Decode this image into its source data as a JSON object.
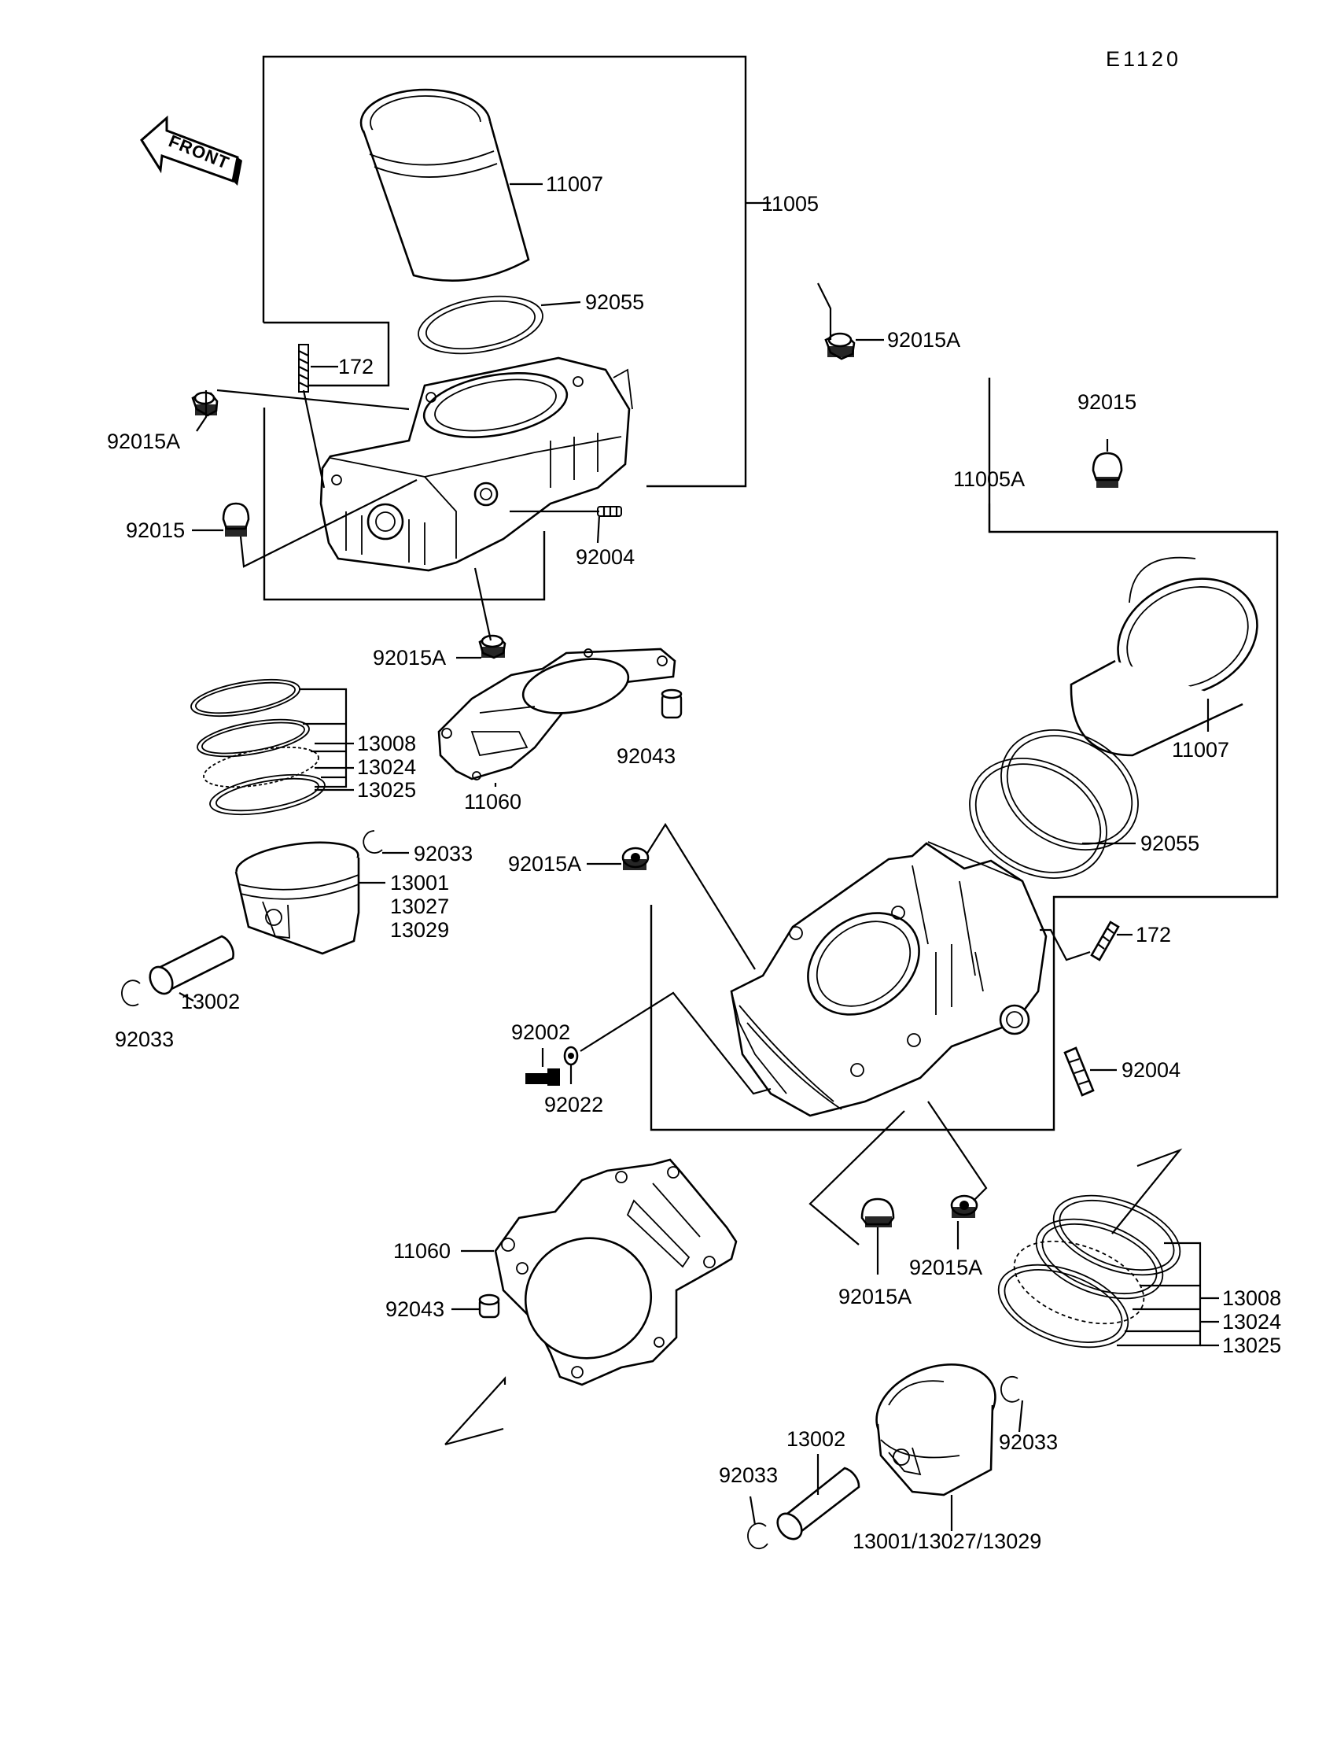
{
  "diagram_code": "E1120",
  "front_label": "FRONT",
  "labels": {
    "l_11007_a": "11007",
    "l_11005": "11005",
    "l_92055_a": "92055",
    "l_92015A_a": "92015A",
    "l_172_a": "172",
    "l_92015A_b": "92015A",
    "l_92015_a": "92015",
    "l_92004_a": "92004",
    "l_92015A_c": "92015A",
    "l_92015_b": "92015",
    "l_11005A": "11005A",
    "l_13008_a": "13008",
    "l_13024_a": "13024",
    "l_13025_a": "13025",
    "l_11060_a": "11060",
    "l_92043_a": "92043",
    "l_92033_a": "92033",
    "l_13001_a": "13001",
    "l_13027_a": "13027",
    "l_13029_a": "13029",
    "l_13002_a": "13002",
    "l_92033_b": "92033",
    "l_11007_b": "11007",
    "l_92055_b": "92055",
    "l_92015A_d": "92015A",
    "l_172_b": "172",
    "l_92002": "92002",
    "l_92022": "92022",
    "l_92004_b": "92004",
    "l_11060_b": "11060",
    "l_92043_b": "92043",
    "l_92015A_e": "92015A",
    "l_92015A_f": "92015A",
    "l_13008_b": "13008",
    "l_13024_b": "13024",
    "l_13025_b": "13025",
    "l_92033_c": "92033",
    "l_13002_b": "13002",
    "l_92033_d": "92033",
    "l_13001_13027_13029": "13001/13027/13029"
  }
}
